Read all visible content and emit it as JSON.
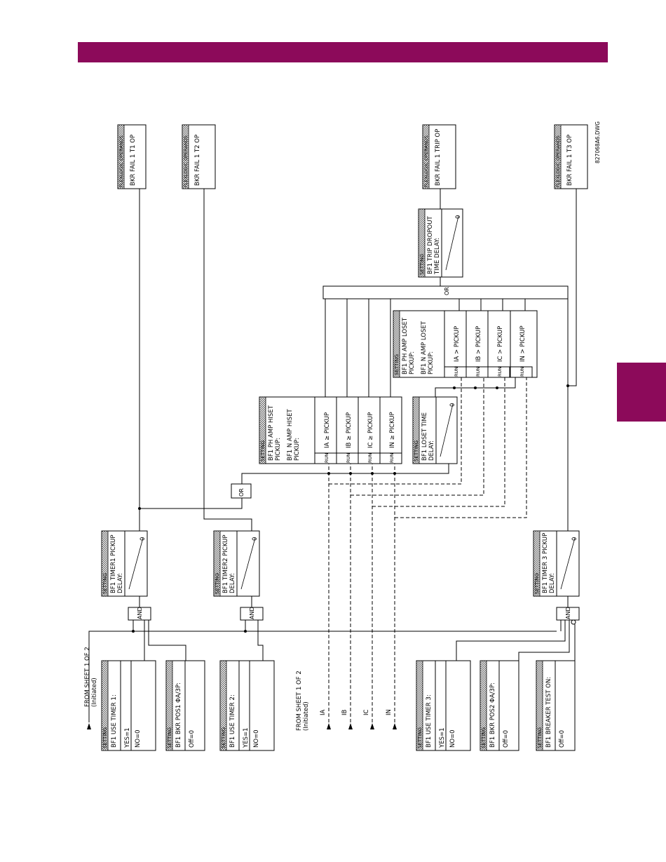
{
  "colors": {
    "accent": "#8c0a5a",
    "line": "#000000",
    "hatch": "#777777"
  },
  "drawing_number": "827068A6.DWG",
  "from_sheet": {
    "initiated": {
      "line1": "FROM SHEET 1 OF 2",
      "line2": "(Initiated)"
    },
    "currents": {
      "line1": "FROM SHEET 1 OF 2",
      "line2": "(Initiated)",
      "signals": [
        "IA",
        "IB",
        "IC",
        "IN"
      ]
    }
  },
  "setting_inputs": [
    {
      "header": "SETTING",
      "title": "BF1 USE TIMER 1:",
      "rows": [
        "YES=1",
        "NO=0"
      ]
    },
    {
      "header": "SETTING",
      "title": "BF1 BKR POS1 ΦA/3P:",
      "rows": [
        "Off=0"
      ]
    },
    {
      "header": "SETTING",
      "title": "BF1 USE TIMER 2:",
      "rows": [
        "YES=1",
        "NO=0"
      ]
    },
    {
      "header": "SETTING",
      "title": "BF1 USE TIMER 3:",
      "rows": [
        "YES=1",
        "NO=0"
      ]
    },
    {
      "header": "SETTING",
      "title": "BF1 BKR POS2 ΦA/3P:",
      "rows": [
        "Off=0"
      ]
    },
    {
      "header": "SETTING",
      "title": "BF1 BREAKER TEST ON:",
      "rows": [
        "Off=0"
      ]
    }
  ],
  "gates": {
    "and": "AND",
    "or": "OR"
  },
  "timers": [
    {
      "header": "SETTING",
      "line1": "BF1 TIMER1 PICKUP",
      "line2": "DELAY:",
      "value": "0"
    },
    {
      "header": "SETTING",
      "line1": "BF1 TIMER2 PICKUP",
      "line2": "DELAY:",
      "value": "0"
    },
    {
      "header": "SETTING",
      "line1": "BF1 TIMER 3 PICKUP",
      "line2": "DELAY:",
      "value": "0"
    },
    {
      "header": "SETTING",
      "line1": "BF1 LOSET TIME",
      "line2": "DELAY:",
      "value": "0"
    },
    {
      "header": "SETTING",
      "line1": "BF1 TRIP DROPOUT",
      "line2": "TIME DELAY:",
      "value": "0"
    }
  ],
  "comparators": [
    {
      "header": "SETTING",
      "line1": "BF1 PH AMP HISET",
      "line2": "PICKUP:",
      "line3": "BF1 N AMP HISET",
      "line4": "PICKUP:",
      "run": "RUN",
      "rows": [
        "IA  ≥  PICKUP",
        "IB  ≥  PICKUP",
        "IC  ≥  PICKUP",
        "IN  ≥  PICKUP"
      ]
    },
    {
      "header": "SETTING",
      "line1": "BF1 PH AMP LOSET",
      "line2": "PICKUP:",
      "line3": "BF1 N AMP LOSET",
      "line4": "PICKUP:",
      "run": "RUN",
      "rows": [
        "IA  >  PICKUP",
        "IB  >  PICKUP",
        "IC  >  PICKUP",
        "IN  >  PICKUP"
      ]
    }
  ],
  "operands": [
    {
      "header": "FLEXLOGIC OPERANDS",
      "value": "BKR FAIL 1 T1 OP"
    },
    {
      "header": "FLEXLOGIC OPERANDS",
      "value": "BKR FAIL 1 T2 OP"
    },
    {
      "header": "FLEXLOGIC OPERANDS",
      "value": "BKR FAIL 1 TRIP OP"
    },
    {
      "header": "FLEXLOGIC OPERANDS",
      "value": "BKR FAIL 1 T3 OP"
    }
  ]
}
